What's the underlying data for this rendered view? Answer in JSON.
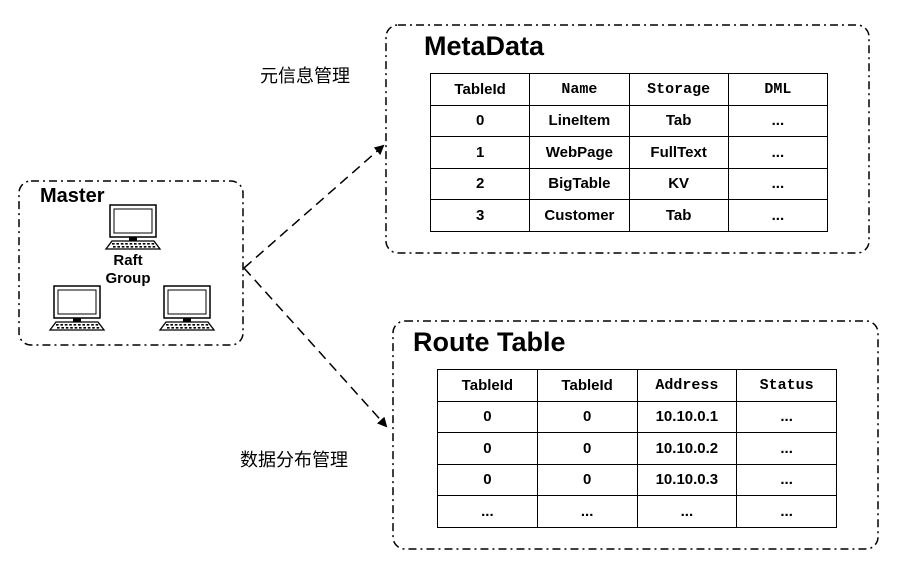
{
  "master": {
    "title": "Master",
    "group_label": [
      "Raft",
      "Group"
    ],
    "nodes": [
      {
        "name": "computer-icon"
      },
      {
        "name": "computer-icon"
      },
      {
        "name": "computer-icon"
      }
    ]
  },
  "metadata": {
    "title": "MetaData",
    "caption": "元信息管理",
    "columns": [
      {
        "label": "TableId",
        "mono": false
      },
      {
        "label": "Name",
        "mono": true
      },
      {
        "label": "Storage",
        "mono": true
      },
      {
        "label": "DML",
        "mono": true
      }
    ],
    "rows": [
      [
        "0",
        "LineItem",
        "Tab",
        "..."
      ],
      [
        "1",
        "WebPage",
        "FullText",
        "..."
      ],
      [
        "2",
        "BigTable",
        "KV",
        "..."
      ],
      [
        "3",
        "Customer",
        "Tab",
        "..."
      ]
    ]
  },
  "route": {
    "title": "Route Table",
    "caption": "数据分布管理",
    "columns": [
      {
        "label": "TableId",
        "mono": false
      },
      {
        "label": "TableId",
        "mono": false
      },
      {
        "label": "Address",
        "mono": true
      },
      {
        "label": "Status",
        "mono": true
      }
    ],
    "rows": [
      [
        "0",
        "0",
        "10.10.0.1",
        "..."
      ],
      [
        "0",
        "0",
        "10.10.0.2",
        "..."
      ],
      [
        "0",
        "0",
        "10.10.0.3",
        "..."
      ],
      [
        "...",
        "...",
        "...",
        "..."
      ]
    ]
  }
}
